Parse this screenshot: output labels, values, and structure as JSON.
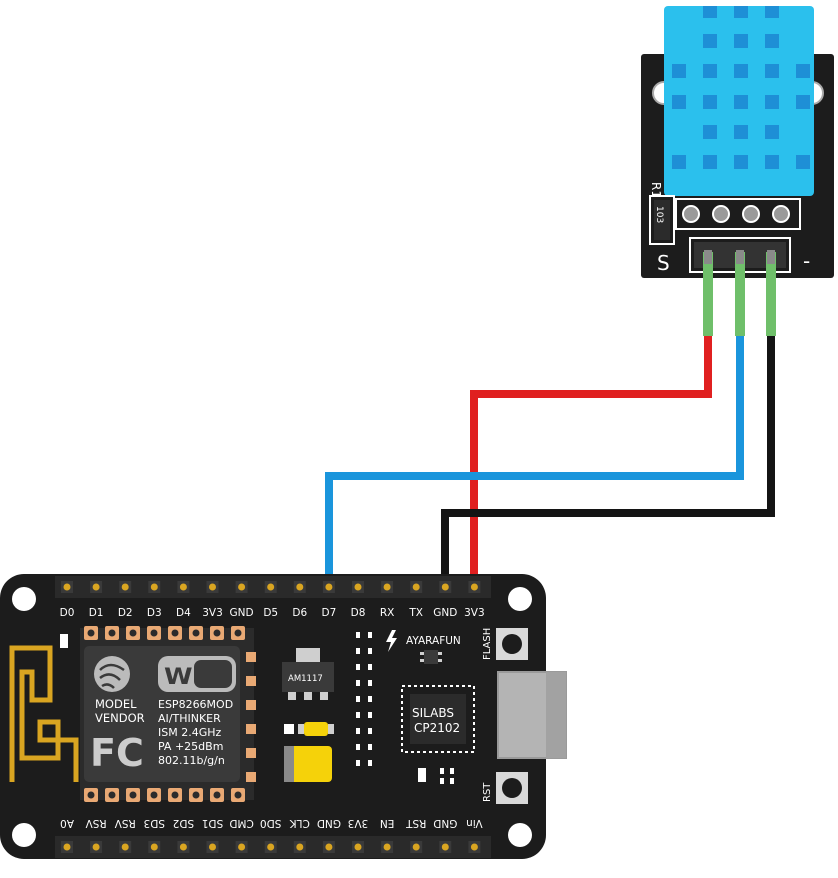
{
  "colors": {
    "board": "#1c1c1c",
    "header_pin": "#d9a521",
    "wire_red": "#e02020",
    "wire_blue": "#1a95dc",
    "wire_black": "#141414",
    "sensor_body": "#2bc0ed",
    "sensor_cells": "#1e8fd6",
    "pin_green": "#6fbf6a",
    "usb": "#b4b4b4",
    "capacitor": "#f5d20a",
    "antenna": "#d9a521"
  },
  "nodemcu": {
    "top_pins": [
      "D0",
      "D1",
      "D2",
      "D3",
      "D4",
      "3V3",
      "GND",
      "D5",
      "D6",
      "D7",
      "D8",
      "RX",
      "TX",
      "GND",
      "3V3"
    ],
    "bottom_pins": [
      "A0",
      "RSV",
      "RSV",
      "SD3",
      "SD2",
      "SD1",
      "CMD",
      "SD0",
      "CLK",
      "GND",
      "3V3",
      "EN",
      "RST",
      "GND",
      "Vin"
    ],
    "module": {
      "wifi_logo": "WiFi",
      "model_label": "MODEL",
      "vendor_label": "VENDOR",
      "fcc_logo": "FC",
      "lines": [
        "ESP8266MOD",
        "AI/THINKER",
        "ISM 2.4GHz",
        "PA +25dBm",
        "802.11b/g/n"
      ]
    },
    "regulator": "AM1117",
    "usb_chip": [
      "SILABS",
      "CP2102"
    ],
    "brand": "AYARAFUN",
    "flash_label": "FLASH",
    "rst_label": "RST"
  },
  "dht_module": {
    "resistor_ref": "R1",
    "resistor_value": "103",
    "signal_label": "S",
    "ground_label": "-"
  },
  "connections": [
    {
      "from": "S",
      "to": "3V3",
      "color": "red"
    },
    {
      "from": "middle",
      "to": "D7",
      "color": "blue"
    },
    {
      "from": "-",
      "to": "GND",
      "color": "black"
    }
  ]
}
